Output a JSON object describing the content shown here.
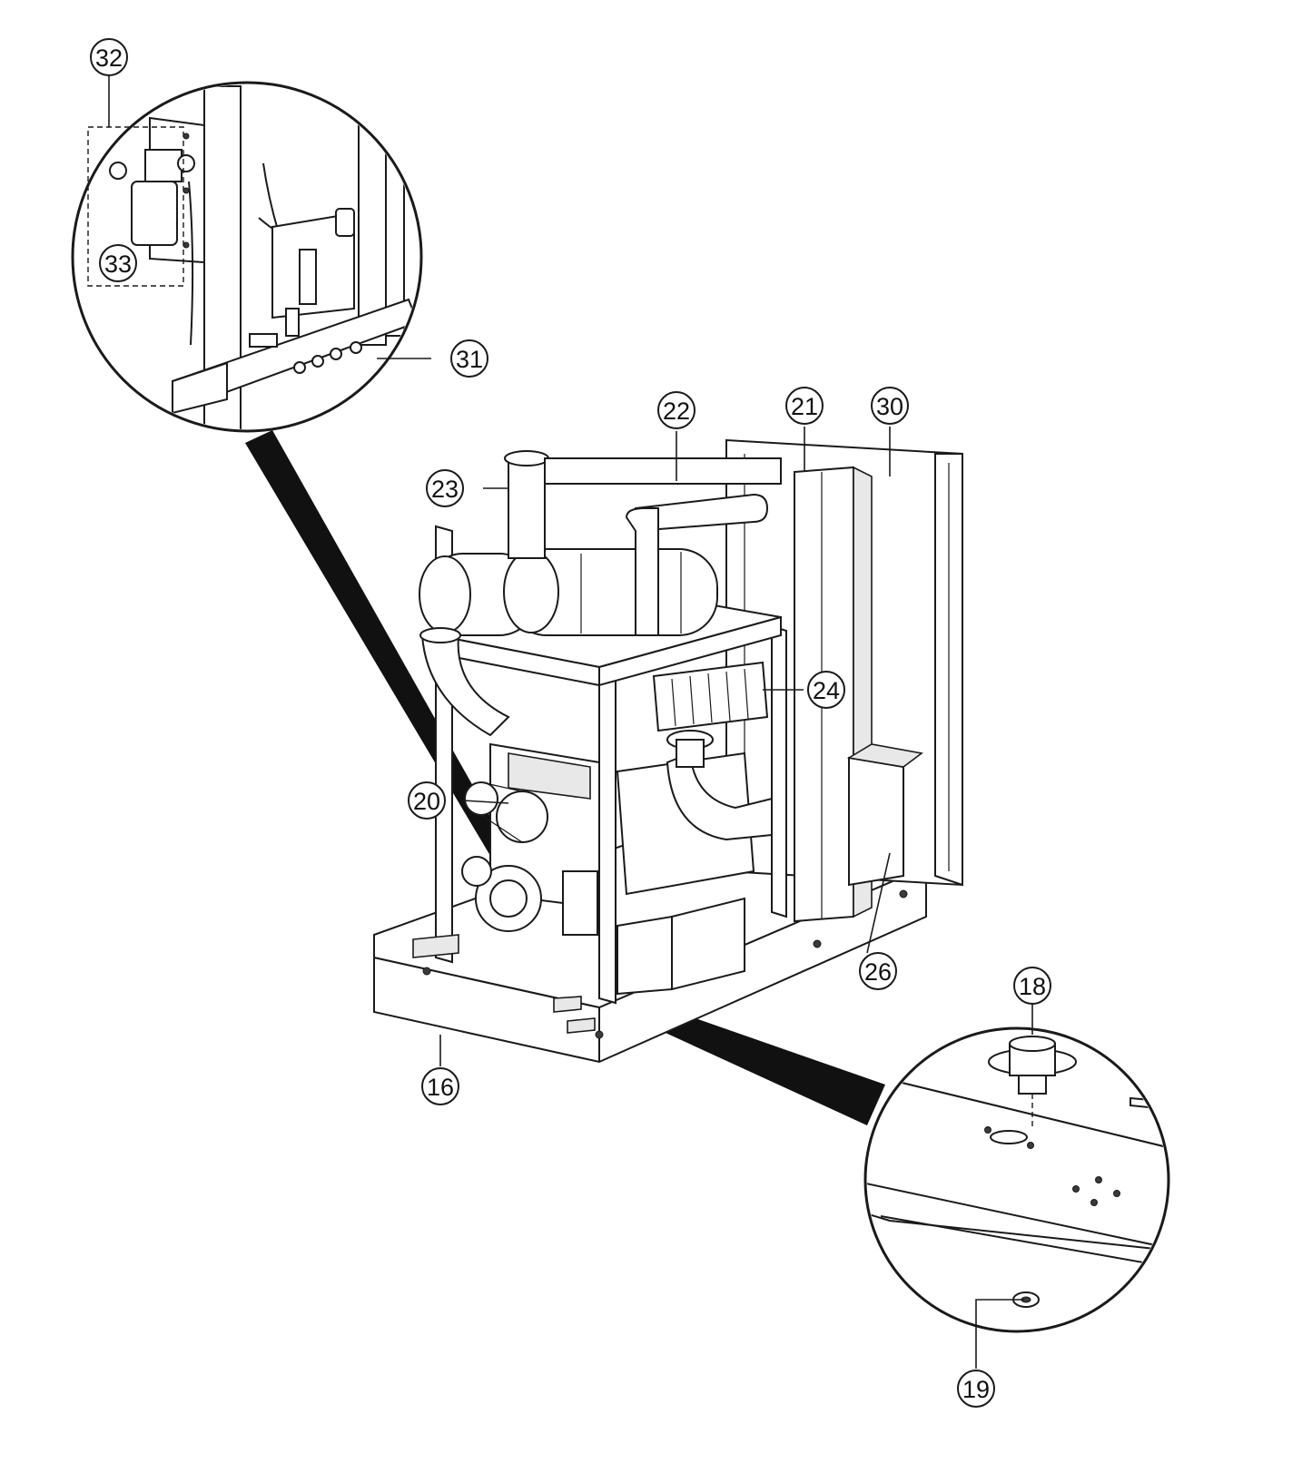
{
  "callouts": [
    {
      "id": "c32",
      "label": "32"
    },
    {
      "id": "c33",
      "label": "33"
    },
    {
      "id": "c31",
      "label": "31"
    },
    {
      "id": "c22",
      "label": "22"
    },
    {
      "id": "c21",
      "label": "21"
    },
    {
      "id": "c30",
      "label": "30"
    },
    {
      "id": "c23",
      "label": "23"
    },
    {
      "id": "c24",
      "label": "24"
    },
    {
      "id": "c20",
      "label": "20"
    },
    {
      "id": "c26",
      "label": "26"
    },
    {
      "id": "c18",
      "label": "18"
    },
    {
      "id": "c16",
      "label": "16"
    },
    {
      "id": "c19",
      "label": "19"
    }
  ]
}
